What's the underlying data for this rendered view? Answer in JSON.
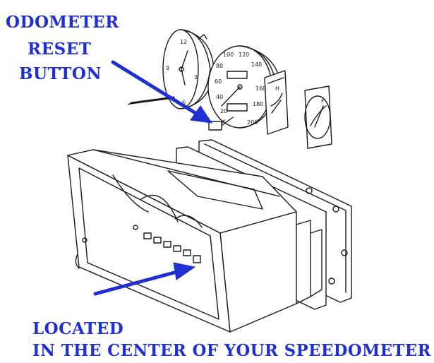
{
  "annotations": {
    "top_line1": "ODOMETER",
    "top_line2": "RESET",
    "top_line3": "BUTTON",
    "bottom_line1": "LOCATED",
    "bottom_line2": "IN THE CENTER  OF YOUR SPEEDOMETER"
  },
  "clock_dial": [
    "12",
    "9",
    "3",
    "6"
  ],
  "speedometer_dial": [
    "100",
    "120",
    "140",
    "80",
    "60",
    "160",
    "40",
    "180",
    "20",
    "200"
  ],
  "temp_gauge_mark": "H",
  "fuel_gauge_mark": "F",
  "arrow_color": "#1f2fd1",
  "line_color": "#1a1a1a"
}
